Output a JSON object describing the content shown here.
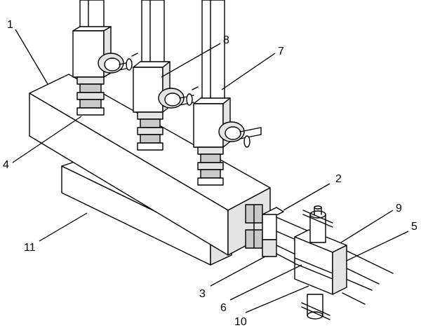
{
  "labels": {
    "main_block": "1",
    "joint_2": "2",
    "joint_3": "3",
    "coupling_4": "4",
    "pipe_5": "5",
    "pipe_6": "6",
    "pipe_7": "7",
    "valve_8": "8",
    "valve_9": "9",
    "valve_10": "10",
    "base_11": "11"
  }
}
